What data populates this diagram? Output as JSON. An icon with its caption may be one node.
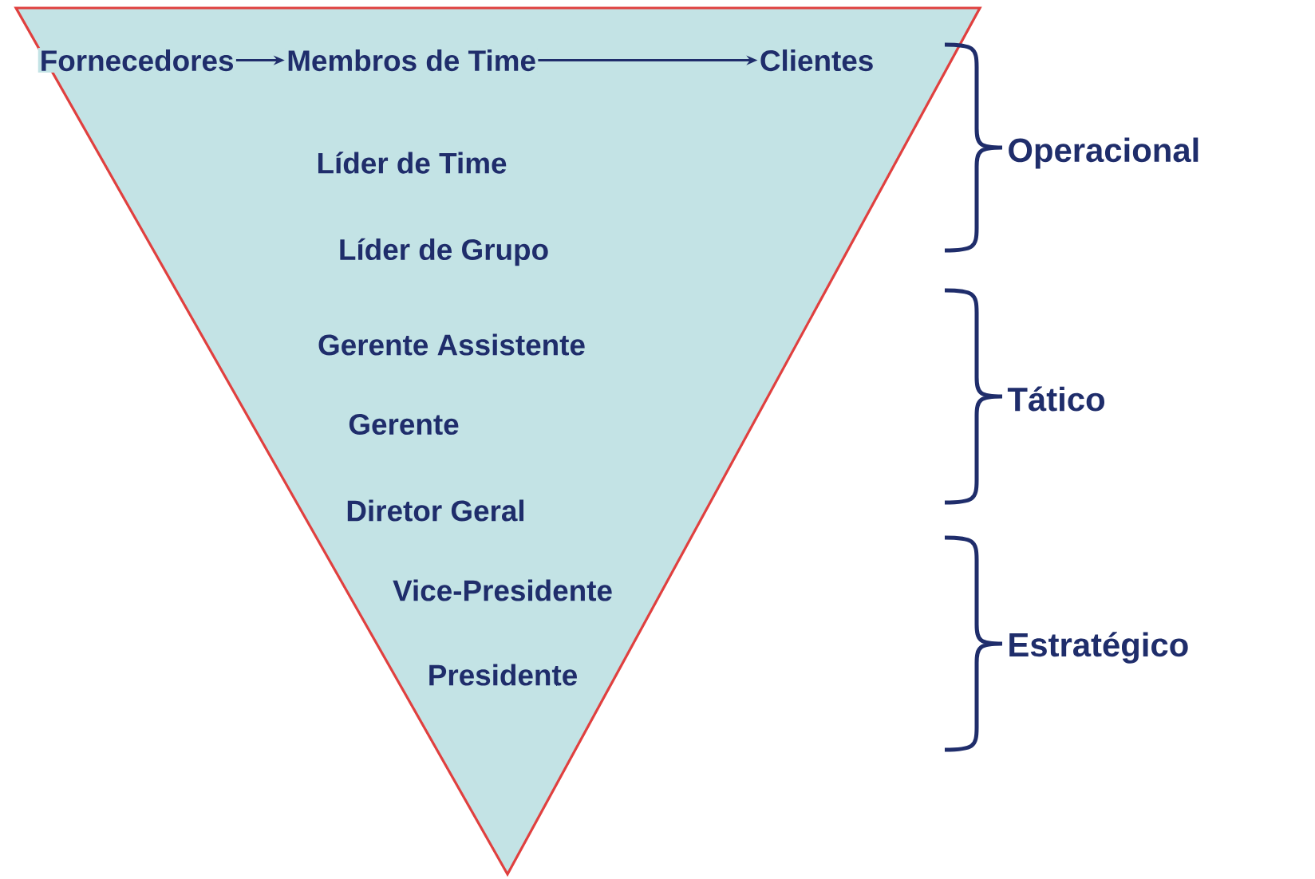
{
  "diagram": {
    "nodes": [
      {
        "text": [
          "Líder de Time",
          "Líder de Grupo",
          "Gerente Assistente",
          "Gerente",
          "Diretor Geral",
          "Vice-Presidente",
          "Presidente"
        ]
      },
      {
        "text": [
          "Fornecedores"
        ],
        "in": 0
      },
      {
        "text": [
          "Membros de Time"
        ],
        "in": 0
      },
      {
        "text": [
          "Clientes"
        ],
        "in": 0
      }
    ],
    "edges": [
      {
        "from": 1,
        "to": 2,
        "arrow": "to"
      },
      {
        "from": 2,
        "to": 3,
        "arrow": "to"
      }
    ],
    "labels": [
      "Operacional",
      "Tático",
      "Estratégico"
    ]
  }
}
